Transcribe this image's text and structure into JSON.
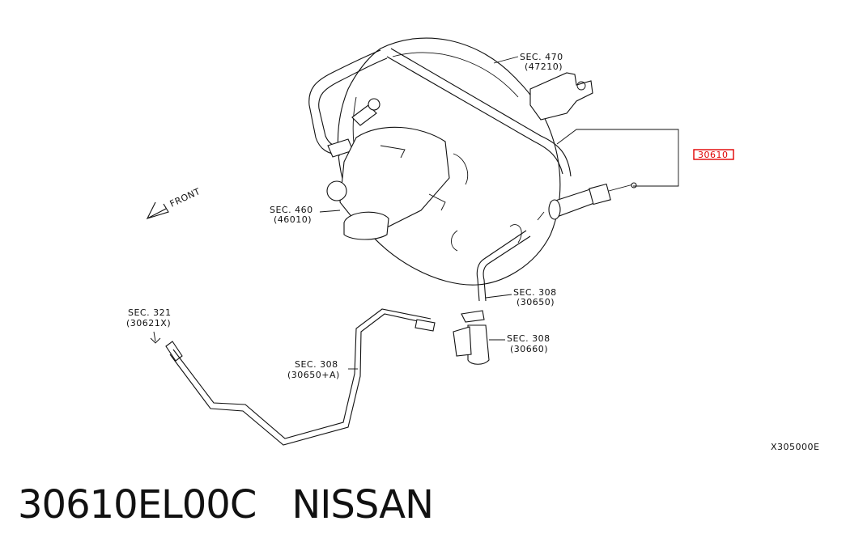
{
  "diagram": {
    "front_label": "FRONT",
    "callouts": [
      {
        "id": "sec470",
        "line1": "SEC. 470",
        "line2": "(47210)"
      },
      {
        "id": "sec460",
        "line1": "SEC. 460",
        "line2": "(46010)"
      },
      {
        "id": "sec308a",
        "line1": "SEC. 308",
        "line2": "(30650)"
      },
      {
        "id": "sec308b",
        "line1": "SEC. 308",
        "line2": "(30660)"
      },
      {
        "id": "sec321",
        "line1": "SEC. 321",
        "line2": "(30621X)"
      },
      {
        "id": "sec308c",
        "line1": "SEC. 308",
        "line2": "(30650+A)"
      }
    ],
    "highlighted_part": "30610",
    "highlight_color": "#e00000",
    "diagram_code": "X305000E"
  },
  "caption": {
    "part_number": "30610EL00C",
    "brand": "NISSAN"
  }
}
